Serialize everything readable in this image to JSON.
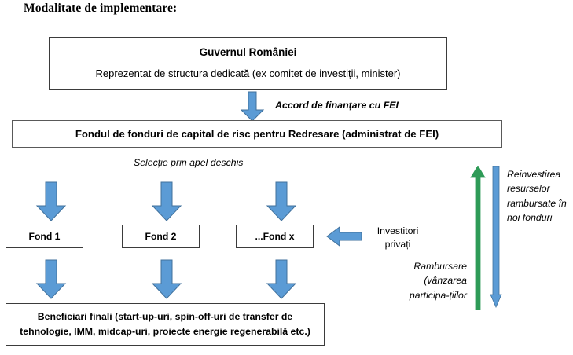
{
  "title": "Modalitate de implementare:",
  "boxes": {
    "government": {
      "heading": "Guvernul României",
      "subtitle": "Reprezentat de structura dedicată (ex comitet de investiții, minister)"
    },
    "fund_of_funds": {
      "heading": "Fondul de fonduri de capital de risc pentru Redresare (administrat de FEI)"
    },
    "fund_1": {
      "label": "Fond 1"
    },
    "fund_2": {
      "label": "Fond 2"
    },
    "fund_x": {
      "label": "...Fond x"
    },
    "beneficiaries": {
      "heading": "Beneficiari finali (start-up-uri, spin-off-uri de transfer de tehnologie, IMM, midcap-uri, proiecte energie regenerabilă etc.)"
    }
  },
  "labels": {
    "financing_agreement": "Accord de finanțare cu FEI",
    "open_call": "Selecție prin apel deschis",
    "private_investors": "Investitori privați",
    "reinvestment": "Reinvestirea resurselor rambursate în noi fonduri",
    "repayment": "Rambursare (vânzarea participa-țiilor"
  },
  "arrows": {
    "gov_to_fof": {
      "icon": "arrow-down-icon",
      "direction": "down",
      "color": "#5b9bd5"
    },
    "fof_to_fund_1": {
      "icon": "arrow-down-icon",
      "direction": "down",
      "color": "#5b9bd5"
    },
    "fof_to_fund_2": {
      "icon": "arrow-down-icon",
      "direction": "down",
      "color": "#5b9bd5"
    },
    "fof_to_fund_x": {
      "icon": "arrow-down-icon",
      "direction": "down",
      "color": "#5b9bd5"
    },
    "fund_1_to_beneficiaries": {
      "icon": "arrow-down-icon",
      "direction": "down",
      "color": "#5b9bd5"
    },
    "fund_2_to_beneficiaries": {
      "icon": "arrow-down-icon",
      "direction": "down",
      "color": "#5b9bd5"
    },
    "fund_x_to_beneficiaries": {
      "icon": "arrow-down-icon",
      "direction": "down",
      "color": "#5b9bd5"
    },
    "investors_to_fund_x": {
      "icon": "arrow-left-icon",
      "direction": "left",
      "color": "#5b9bd5"
    },
    "reinvest_up": {
      "icon": "arrow-up-icon",
      "direction": "up",
      "color": "#2e9b57"
    },
    "reinvest_down": {
      "icon": "arrow-down-icon",
      "direction": "down",
      "color": "#5b9bd5"
    }
  },
  "colors": {
    "arrow_blue_fill": "#5b9bd5",
    "arrow_blue_stroke": "#41719c",
    "arrow_green_fill": "#2e9b57",
    "arrow_green_stroke": "#2e9b57",
    "box_border": "#3b3b3b",
    "background": "#ffffff",
    "text": "#000000"
  }
}
